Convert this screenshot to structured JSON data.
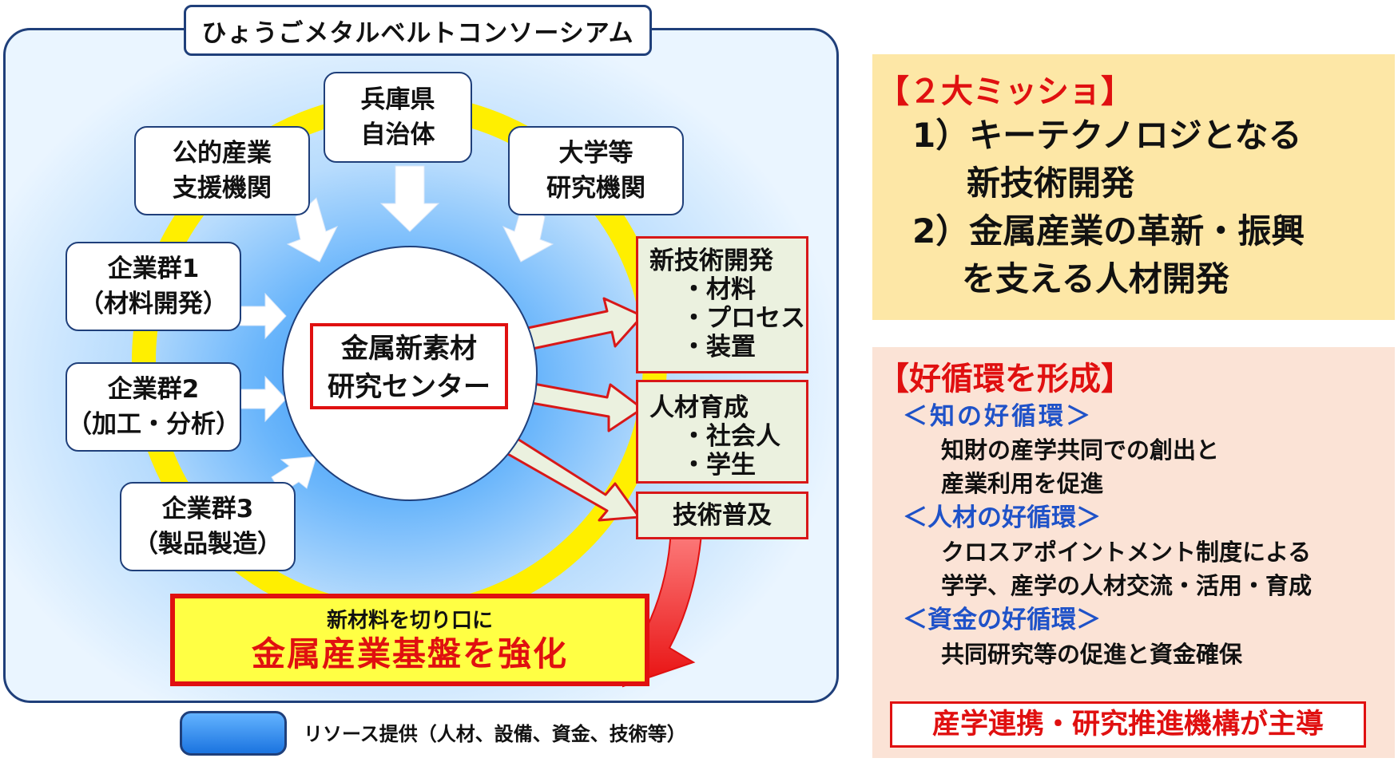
{
  "consortium_title": "ひょうごメタルベルトコンソーシアム",
  "nodes": {
    "hyogo": [
      "兵庫県",
      "自治体"
    ],
    "public_support": [
      "公的産業",
      "支援機関"
    ],
    "university": [
      "大学等",
      "研究機関"
    ],
    "group1": [
      "企業群1",
      "（材料開発）"
    ],
    "group2": [
      "企業群2",
      "（加工・分析）"
    ],
    "group3": [
      "企業群3",
      "（製品製造）"
    ]
  },
  "center": [
    "金属新素材",
    "研究センター"
  ],
  "outputs": {
    "newtech": {
      "title": "新技術開発",
      "items": [
        "・材料",
        "・プロセス",
        "・装置"
      ]
    },
    "hr": {
      "title": "人材育成",
      "items": [
        "・社会人",
        "・学生"
      ]
    },
    "spread": {
      "title": "技術普及"
    }
  },
  "goal": {
    "sub": "新材料を切り口に",
    "main": "金属産業基盤を強化"
  },
  "legend": "リソース提供（人材、設備、資金、技術等）",
  "mission": {
    "title": "【２大ミッショ】",
    "lines": [
      "1）キーテクノロジとなる",
      "新技術開発",
      "2）金属産業の革新・振興",
      "を支える人材開発"
    ]
  },
  "cycle": {
    "title": "【好循環を形成】",
    "sections": [
      {
        "head": "＜知の好循環＞",
        "body": [
          "知財の産学共同での創出と",
          "産業利用を促進"
        ]
      },
      {
        "head": "＜人材の好循環＞",
        "body": [
          "クロスアポイントメント制度による",
          "学学、産学の人材交流・活用・育成"
        ]
      },
      {
        "head": "＜資金の好循環＞",
        "body": [
          "共同研究等の促進と資金確保"
        ]
      }
    ],
    "footer": "産学連携・研究推進機構が主導"
  },
  "colors": {
    "navy": "#1f3f7a",
    "red": "#e01010",
    "yellow": "#ffef00",
    "mission_bg": "#fde7a6",
    "cycle_bg": "#fbe3d6",
    "cycle_head": "#1f52c8"
  }
}
